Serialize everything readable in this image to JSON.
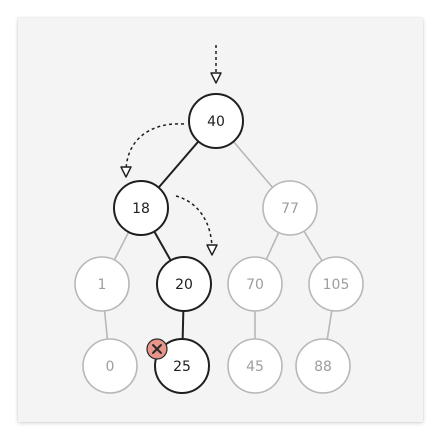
{
  "colors": {
    "active": "#1f1f1f",
    "inactive": "#b8b8b8",
    "inactive_text": "#9e9e9e",
    "node_fill": "#ffffff",
    "badge_fill": "#e8968c",
    "badge_stroke": "#2a2a2a"
  },
  "nodes": [
    {
      "id": "n40",
      "label": "40",
      "state": "active"
    },
    {
      "id": "n18",
      "label": "18",
      "state": "active"
    },
    {
      "id": "n77",
      "label": "77",
      "state": "inactive"
    },
    {
      "id": "n1",
      "label": "1",
      "state": "inactive"
    },
    {
      "id": "n20",
      "label": "20",
      "state": "active"
    },
    {
      "id": "n70",
      "label": "70",
      "state": "inactive"
    },
    {
      "id": "n105",
      "label": "105",
      "state": "inactive"
    },
    {
      "id": "n0",
      "label": "0",
      "state": "inactive"
    },
    {
      "id": "n25",
      "label": "25",
      "state": "active"
    },
    {
      "id": "n45",
      "label": "45",
      "state": "inactive"
    },
    {
      "id": "n88",
      "label": "88",
      "state": "inactive"
    }
  ],
  "edges": [
    {
      "from": "n40",
      "to": "n18",
      "state": "active"
    },
    {
      "from": "n40",
      "to": "n77",
      "state": "inactive"
    },
    {
      "from": "n18",
      "to": "n1",
      "state": "inactive"
    },
    {
      "from": "n18",
      "to": "n20",
      "state": "active"
    },
    {
      "from": "n77",
      "to": "n70",
      "state": "inactive"
    },
    {
      "from": "n77",
      "to": "n105",
      "state": "inactive"
    },
    {
      "from": "n1",
      "to": "n0",
      "state": "inactive"
    },
    {
      "from": "n20",
      "to": "n25",
      "state": "active"
    },
    {
      "from": "n70",
      "to": "n45",
      "state": "inactive"
    },
    {
      "from": "n105",
      "to": "n88",
      "state": "inactive"
    }
  ],
  "traversal": [
    "entry",
    "n40",
    "n18",
    "n20"
  ],
  "badge": {
    "node": "n25",
    "icon": "x-icon"
  }
}
